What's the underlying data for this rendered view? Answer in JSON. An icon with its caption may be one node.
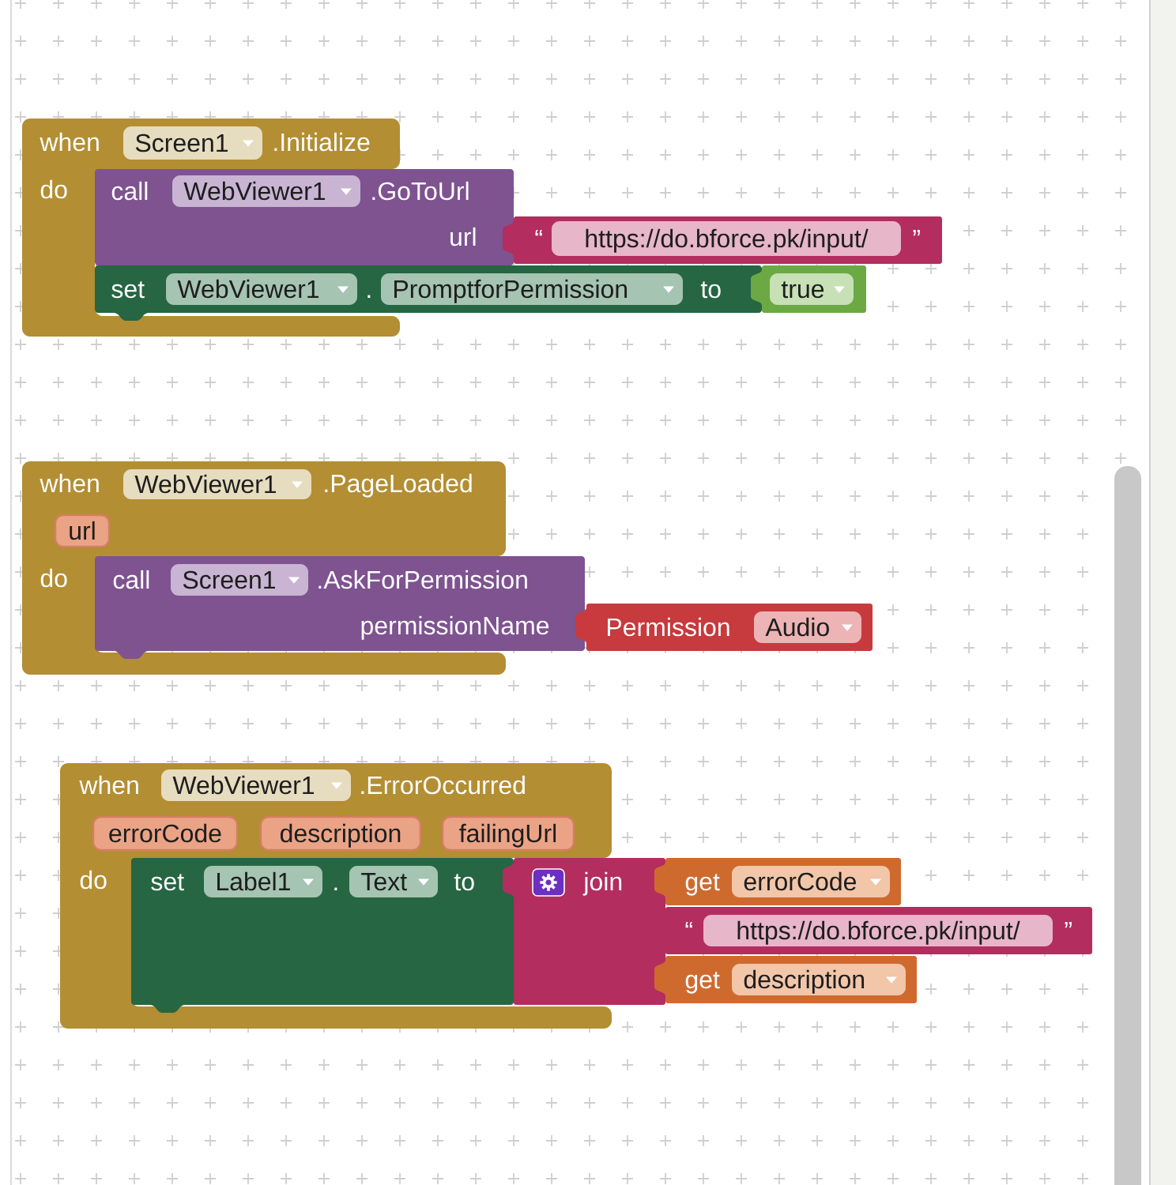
{
  "diagram": {
    "nodes": [
      {
        "text": [
          "when",
          ".Initialize",
          "do"
        ]
      },
      {
        "text": [
          "Screen1"
        ],
        "in": 0
      },
      {
        "text": [
          "call",
          ".GoToUrl",
          "url"
        ]
      },
      {
        "text": [
          "WebViewer1"
        ],
        "in": 2
      },
      {
        "text": [
          "“",
          "”"
        ]
      },
      {
        "text": [
          "https://do.bforce.pk/input/"
        ],
        "in": 4
      },
      {
        "text": [
          "set",
          ".",
          "to"
        ]
      },
      {
        "text": [
          "WebViewer1"
        ],
        "in": 6
      },
      {
        "text": [
          "PromptforPermission"
        ],
        "in": 6
      },
      {
        "text": [],
        "shape": "box"
      },
      {
        "text": [
          "true"
        ],
        "in": 9
      },
      {
        "text": [
          "when",
          ".PageLoaded",
          "do"
        ]
      },
      {
        "text": [
          "WebViewer1"
        ],
        "in": 11
      },
      {
        "text": [
          "url"
        ],
        "in": 11
      },
      {
        "text": [
          "call",
          ".AskForPermission",
          "permissionName"
        ]
      },
      {
        "text": [
          "Screen1"
        ],
        "in": 14
      },
      {
        "text": [
          "Permission"
        ]
      },
      {
        "text": [
          "Audio"
        ],
        "in": 16
      },
      {
        "text": [
          "when",
          ".ErrorOccurred",
          "do"
        ]
      },
      {
        "text": [
          "WebViewer1"
        ],
        "in": 18
      },
      {
        "text": [
          "errorCode"
        ],
        "in": 18
      },
      {
        "text": [
          "description"
        ],
        "in": 18
      },
      {
        "text": [
          "failingUrl"
        ],
        "in": 18
      },
      {
        "text": [
          "set",
          ".",
          "to"
        ],
        "in": 18
      },
      {
        "text": [
          "Label1"
        ],
        "in": 23
      },
      {
        "text": [
          "Text"
        ],
        "in": 23
      },
      {
        "text": [
          "join"
        ]
      },
      {
        "text": [
          "get"
        ]
      },
      {
        "text": [
          "errorCode"
        ],
        "in": 27
      },
      {
        "text": [
          "“",
          "”"
        ]
      },
      {
        "text": [
          "https://do.bforce.pk/input/"
        ],
        "in": 29
      },
      {
        "text": [
          "get"
        ]
      },
      {
        "text": [
          "description"
        ],
        "in": 31
      }
    ]
  }
}
